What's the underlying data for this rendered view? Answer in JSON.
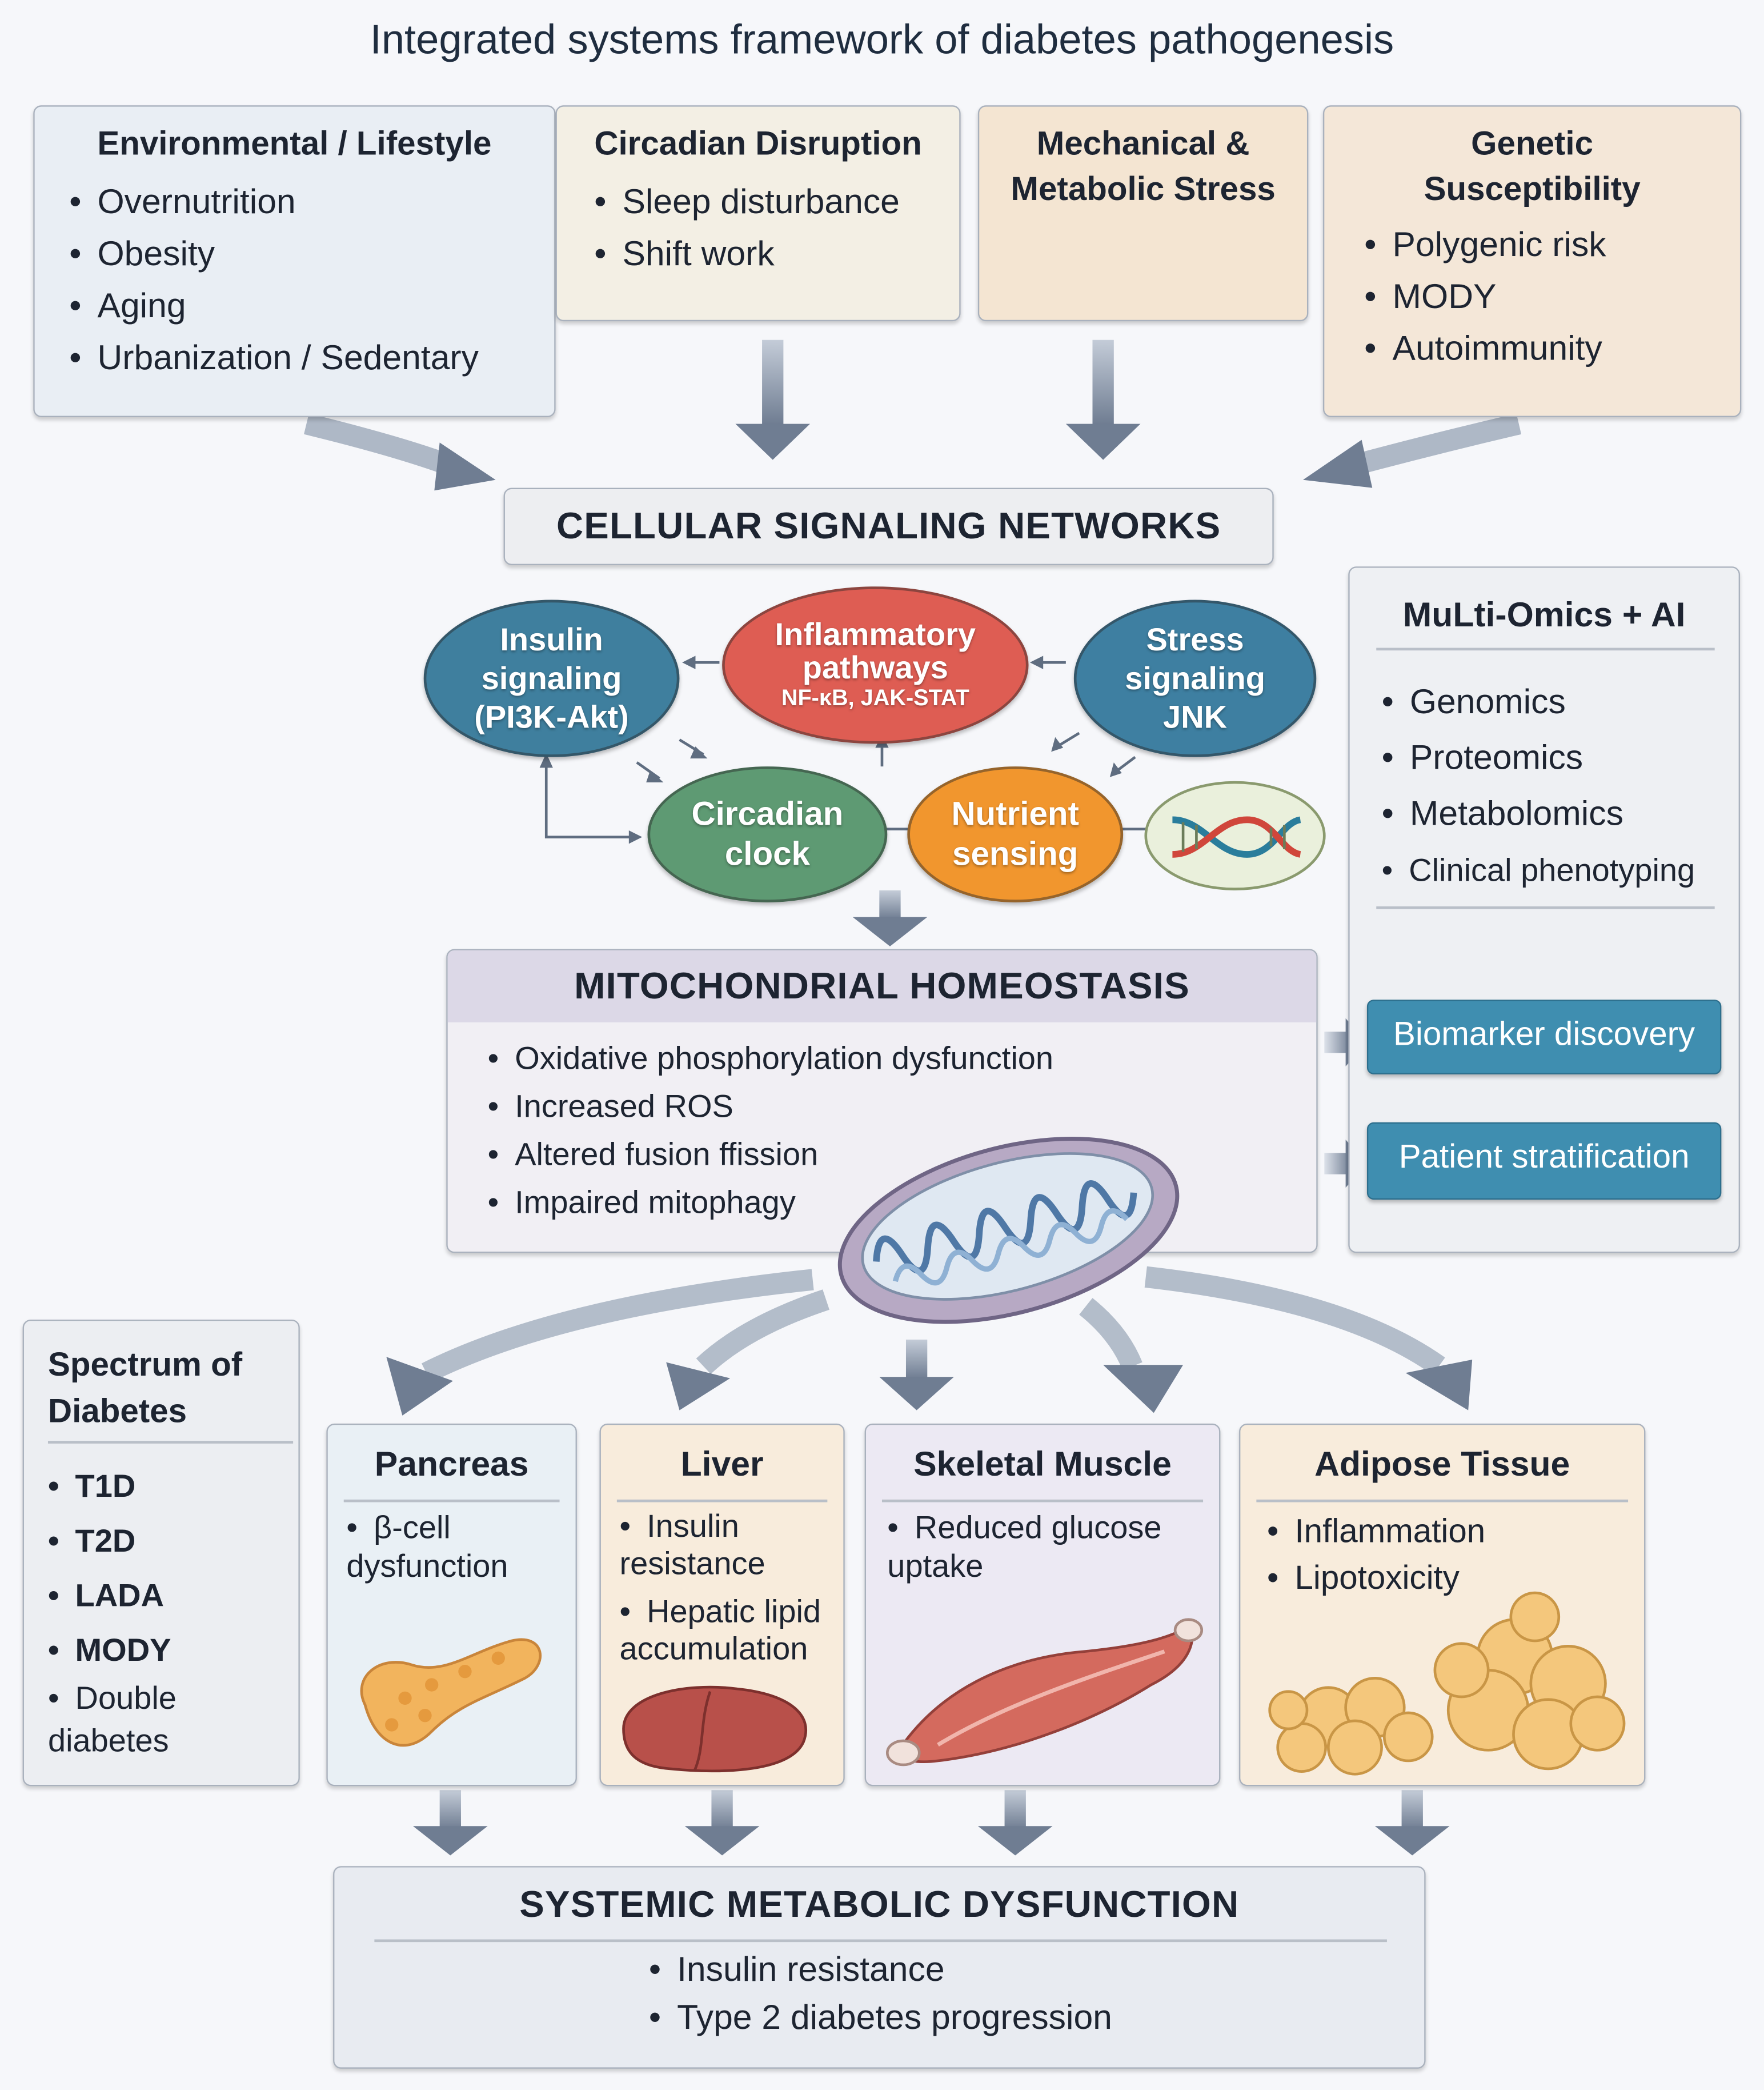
{
  "title": "Integrated systems framework of diabetes pathogenesis",
  "top_boxes": [
    {
      "heading": "Environmental / Lifestyle",
      "items": [
        "Overnutrition",
        "Obesity",
        "Aging",
        "Urbanization / Sedentary"
      ]
    },
    {
      "heading": "Circadian Disruption",
      "items": [
        "Sleep disturbance",
        "Shift work"
      ]
    },
    {
      "heading": "Mechanical & Metabolic Stress",
      "items": []
    },
    {
      "heading": "Genetic Susceptibility",
      "items": [
        "Polygenic risk",
        "MODY",
        "Autoimmunity"
      ]
    }
  ],
  "cellular": {
    "heading": "CELLULAR SIGNALING NETWORKS",
    "nodes": {
      "insulin": [
        "Insulin",
        "signaling",
        "(PI3K-Akt)"
      ],
      "inflammatory": [
        "Inflammatory",
        "pathways",
        "NF-κB, JAK-STAT"
      ],
      "stress": [
        "Stress",
        "signaling",
        "JNK"
      ],
      "circadian": [
        "Circadian",
        "clock"
      ],
      "nutrient": [
        "Nutrient",
        "sensing"
      ]
    }
  },
  "multiomics": {
    "heading": "MuLti-Omics + AI",
    "items": [
      "Genomics",
      "Proteomics",
      "Metabolomics",
      "Clinical phenotyping"
    ],
    "actions": [
      "Biomarker discovery",
      "Patient stratification"
    ]
  },
  "mito": {
    "heading": "MITOCHONDRIAL HOMEOSTASIS",
    "items": [
      "Oxidative phosphorylation dysfunction",
      "Increased ROS",
      "Altered fusion ffission",
      "Impaired mitophagy"
    ]
  },
  "spectrum": {
    "heading": "Spectrum of Diabetes",
    "items": [
      "T1D",
      "T2D",
      "LADA",
      "MODY",
      "Double diabetes"
    ]
  },
  "organs": [
    {
      "heading": "Pancreas",
      "items": [
        "β-cell dysfunction"
      ],
      "image": "pancreas-illustration",
      "color": "#e9f0f5"
    },
    {
      "heading": "Liver",
      "items": [
        "Insulin resistance",
        "Hepatic lipid accumulation"
      ],
      "image": "liver-illustration",
      "color": "#f8ecdc"
    },
    {
      "heading": "Skeletal Muscle",
      "items": [
        "Reduced glucose uptake"
      ],
      "image": "muscle-illustration",
      "color": "#ece9f3"
    },
    {
      "heading": "Adipose Tissue",
      "items": [
        "Inflammation",
        "Lipotoxicity"
      ],
      "image": "adipose-illustration",
      "color": "#f8ecdc"
    }
  ],
  "systemic": {
    "heading": "SYSTEMIC METABOLIC DYSFUNCTION",
    "items": [
      "Insulin resistance",
      "Type 2 diabetes progression"
    ]
  },
  "colors": {
    "insulin": "#3f7f9e",
    "inflammatory": "#de5d53",
    "stress": "#3e7fa1",
    "circadian": "#5e9a73",
    "nutrient": "#f1962e",
    "arrow": "#7f8ca0",
    "button": "#3f8eb0"
  }
}
